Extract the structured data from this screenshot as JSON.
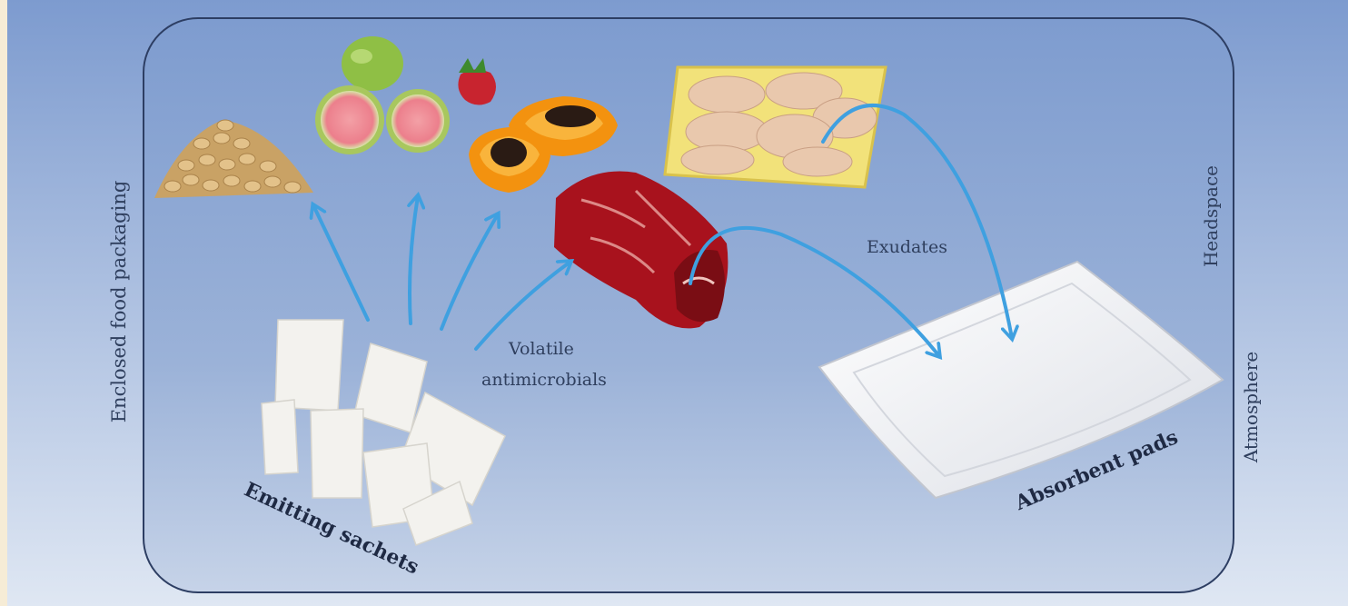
{
  "labels": {
    "enclosed": "Enclosed food packaging",
    "headspace": "Headspace",
    "atmosphere": "Atmosphere",
    "exudates": "Exudates",
    "volatile_line1": "Volatile",
    "volatile_line2": "antimicrobials",
    "emitting": "Emitting sachets",
    "absorbent": "Absorbent pads"
  },
  "colors": {
    "background_outer": "#dfe7f3",
    "package_fill": "#8fa8d2",
    "package_border": "#2d3e63",
    "arrow": "#3fa0e0",
    "label_text": "#2f3f5e"
  },
  "icons": [
    "nuts-pile-icon",
    "guava-icon",
    "strawberry-icon",
    "papaya-icon",
    "chicken-tray-icon",
    "beef-steak-icon",
    "sachet-icon",
    "absorbent-pad-icon"
  ]
}
